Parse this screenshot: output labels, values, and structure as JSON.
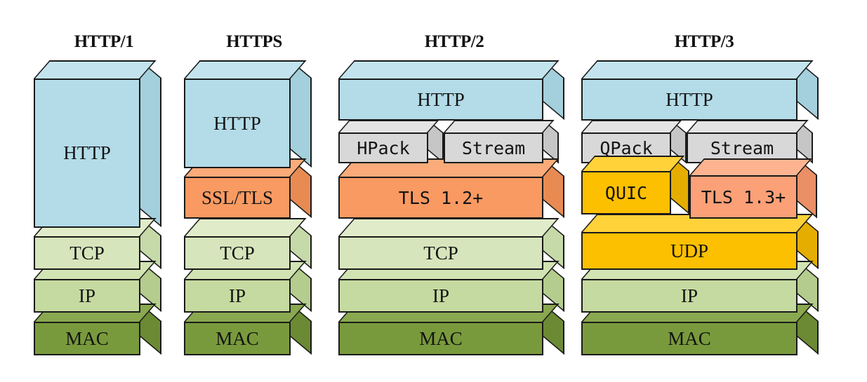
{
  "diagram": {
    "title_font_note": "",
    "columns": [
      {
        "name": "http1",
        "header": "HTTP/1",
        "layers": [
          {
            "id": "http1-http",
            "label": "HTTP",
            "font": "serif",
            "color": "#b3dce8"
          },
          {
            "id": "http1-tcp",
            "label": "TCP",
            "font": "serif",
            "color": "#d6e5bb"
          },
          {
            "id": "http1-ip",
            "label": "IP",
            "font": "serif",
            "color": "#c5daa0"
          },
          {
            "id": "http1-mac",
            "label": "MAC",
            "font": "serif",
            "color": "#799a3c"
          }
        ]
      },
      {
        "name": "https",
        "header": "HTTPS",
        "layers": [
          {
            "id": "https-http",
            "label": "HTTP",
            "font": "serif",
            "color": "#b3dce8"
          },
          {
            "id": "https-ssltls",
            "label": "SSL/TLS",
            "font": "serif",
            "color": "#f89a62"
          },
          {
            "id": "https-tcp",
            "label": "TCP",
            "font": "serif",
            "color": "#d6e5bb"
          },
          {
            "id": "https-ip",
            "label": "IP",
            "font": "serif",
            "color": "#c5daa0"
          },
          {
            "id": "https-mac",
            "label": "MAC",
            "font": "serif",
            "color": "#799a3c"
          }
        ]
      },
      {
        "name": "http2",
        "header": "HTTP/2",
        "layers": [
          {
            "id": "http2-http",
            "label": "HTTP",
            "font": "serif",
            "color": "#b3dce8"
          },
          {
            "id": "http2-hpack",
            "label": "HPack",
            "font": "mono",
            "color": "#d8d8d8"
          },
          {
            "id": "http2-stream",
            "label": "Stream",
            "font": "mono",
            "color": "#d8d8d8"
          },
          {
            "id": "http2-tls",
            "label": "TLS 1.2+",
            "font": "mono",
            "color": "#f89a62"
          },
          {
            "id": "http2-tcp",
            "label": "TCP",
            "font": "serif",
            "color": "#d6e5bb"
          },
          {
            "id": "http2-ip",
            "label": "IP",
            "font": "serif",
            "color": "#c5daa0"
          },
          {
            "id": "http2-mac",
            "label": "MAC",
            "font": "serif",
            "color": "#799a3c"
          }
        ]
      },
      {
        "name": "http3",
        "header": "HTTP/3",
        "layers": [
          {
            "id": "http3-http",
            "label": "HTTP",
            "font": "serif",
            "color": "#b3dce8"
          },
          {
            "id": "http3-qpack",
            "label": "QPack",
            "font": "mono",
            "color": "#d8d8d8"
          },
          {
            "id": "http3-stream",
            "label": "Stream",
            "font": "mono",
            "color": "#d8d8d8"
          },
          {
            "id": "http3-quic",
            "label": "QUIC",
            "font": "mono",
            "color": "#fcc000"
          },
          {
            "id": "http3-tls",
            "label": "TLS 1.3+",
            "font": "mono",
            "color": "#fba077"
          },
          {
            "id": "http3-udp",
            "label": "UDP",
            "font": "serif",
            "color": "#fcc000"
          },
          {
            "id": "http3-ip",
            "label": "IP",
            "font": "serif",
            "color": "#c5daa0"
          },
          {
            "id": "http3-mac",
            "label": "MAC",
            "font": "serif",
            "color": "#799a3c"
          }
        ]
      }
    ],
    "palette": {
      "http_blue": "#b3dce8",
      "grey": "#d8d8d8",
      "orange": "#f89a62",
      "salmon": "#fba077",
      "yellow": "#fcc000",
      "tcp_green": "#d6e5bb",
      "ip_green": "#c5daa0",
      "mac_green": "#799a3c",
      "outline": "#1a1a1a",
      "background": "#ffffff"
    }
  }
}
